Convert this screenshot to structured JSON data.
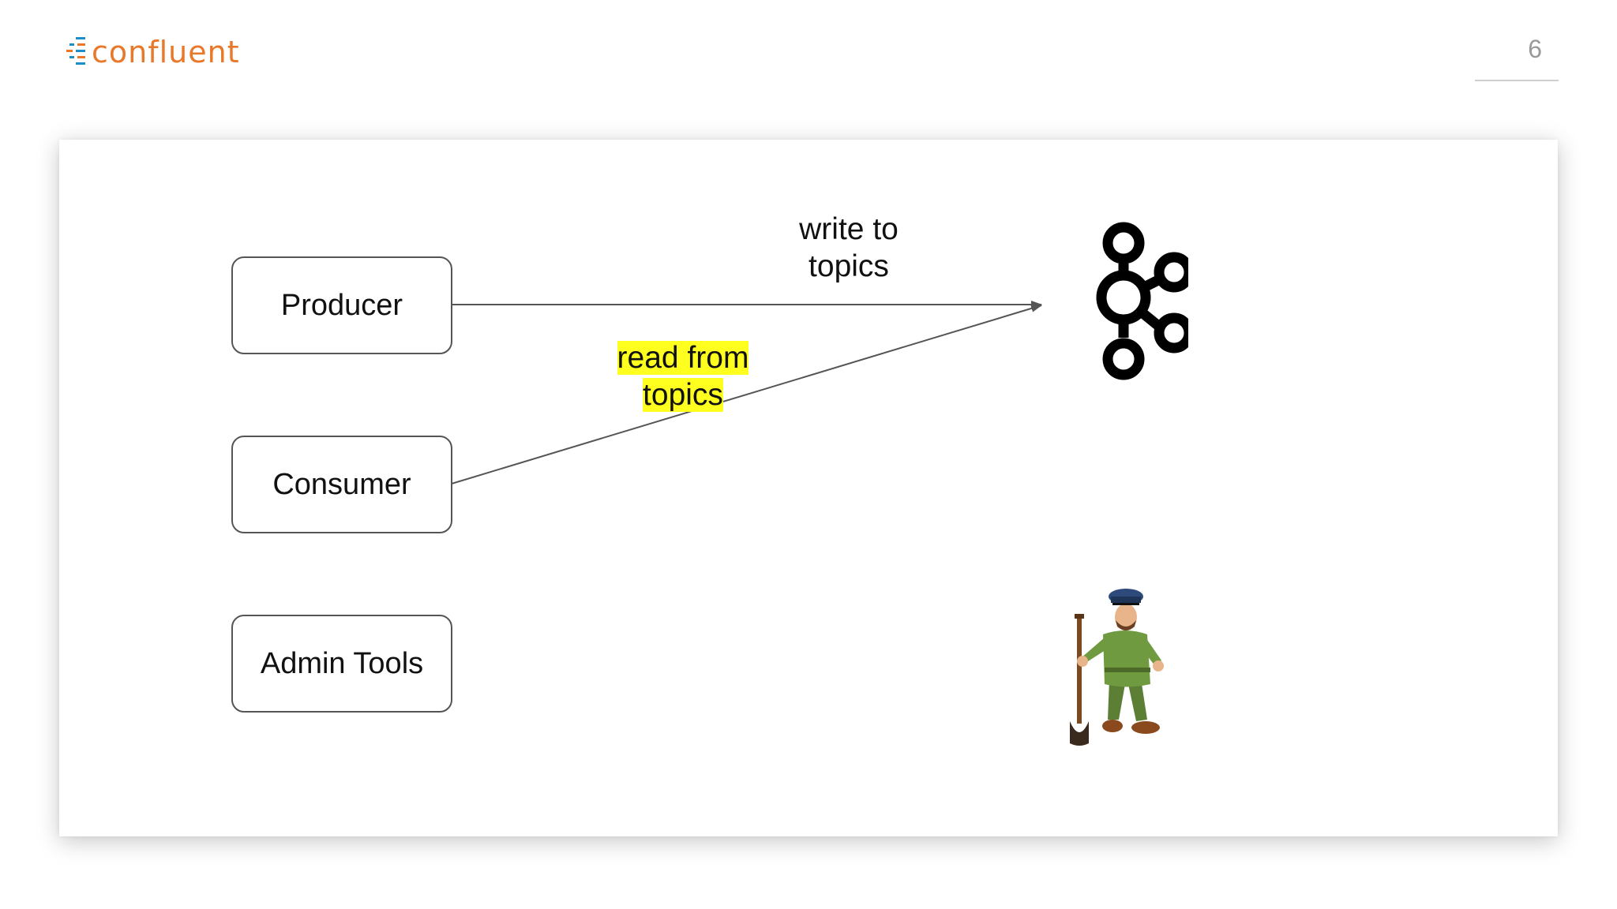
{
  "header": {
    "brand": "confluent",
    "page_number": "6"
  },
  "diagram": {
    "boxes": {
      "producer": "Producer",
      "consumer": "Consumer",
      "admin_tools": "Admin Tools"
    },
    "edges": {
      "write_label_line1": "write to",
      "write_label_line2": "topics",
      "read_label_line1": "read from",
      "read_label_line2": "topics"
    },
    "colors": {
      "highlight": "#ffff1f",
      "brand_orange": "#e8792b",
      "brand_blue": "#1e8fc6"
    }
  }
}
